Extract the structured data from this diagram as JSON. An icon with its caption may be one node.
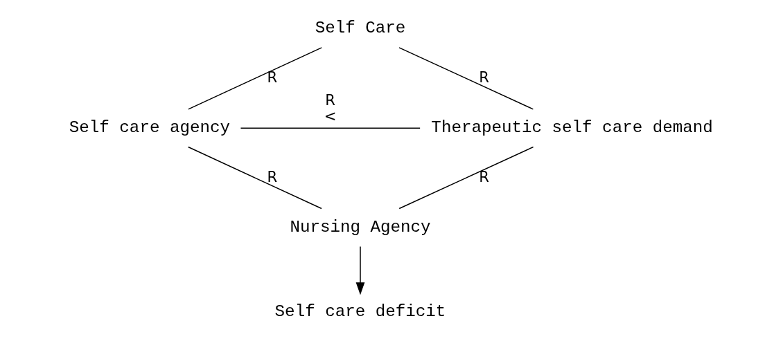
{
  "diagram": {
    "nodes": [
      {
        "text": [
          "Self Care"
        ]
      },
      {
        "text": [
          "Self care agency"
        ]
      },
      {
        "text": [
          "Therapeutic self care demand"
        ]
      },
      {
        "text": [
          "Self care deficit"
        ]
      },
      {
        "text": [
          "Nursing Agency"
        ]
      }
    ],
    "edges": [
      {
        "from": 1,
        "to": 0,
        "arrow": "none",
        "label": "R"
      },
      {
        "from": 0,
        "to": 2,
        "arrow": "none",
        "label": "R"
      },
      {
        "from": 1,
        "to": 2,
        "arrow": "none",
        "label": "R <"
      },
      {
        "from": 1,
        "to": 4,
        "arrow": "none",
        "label": "R"
      },
      {
        "from": 4,
        "to": 2,
        "arrow": "none",
        "label": "R"
      },
      {
        "from": 4,
        "to": 3,
        "arrow": "to"
      }
    ]
  }
}
